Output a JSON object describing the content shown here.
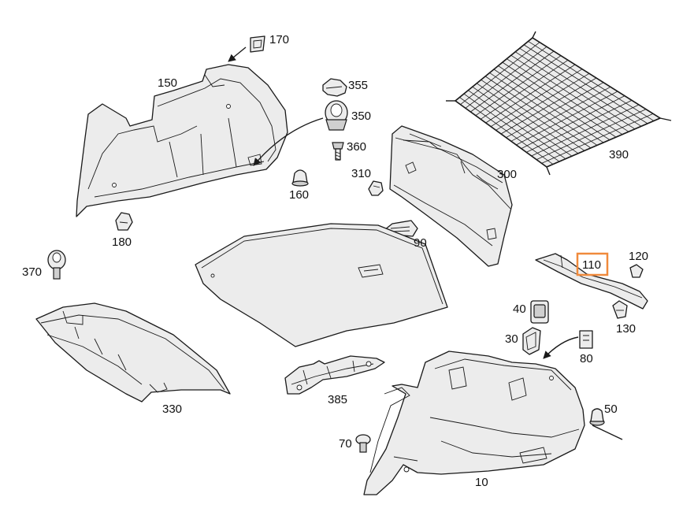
{
  "labels": {
    "l170": "170",
    "l150": "150",
    "l355": "355",
    "l350": "350",
    "l360": "360",
    "l160": "160",
    "l310": "310",
    "l300": "300",
    "l390": "390",
    "l180": "180",
    "l90": "90",
    "l370": "370",
    "l110": "110",
    "l120": "120",
    "l130": "130",
    "l40": "40",
    "l30": "30",
    "l80": "80",
    "l330": "330",
    "l385": "385",
    "l50": "50",
    "l70": "70",
    "l10": "10"
  },
  "highlight": {
    "part": "110",
    "color": "#f08a3c"
  }
}
